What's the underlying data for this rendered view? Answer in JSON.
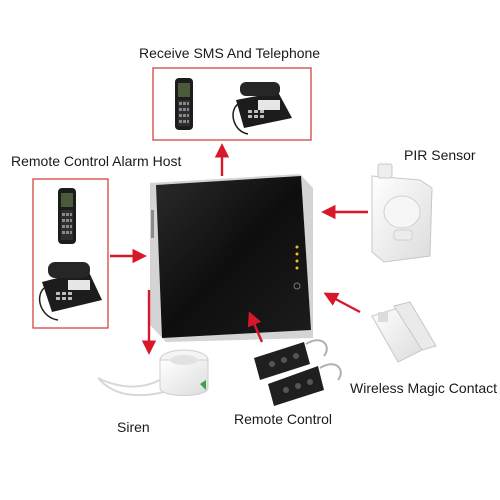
{
  "labels": {
    "receive_sms": "Receive SMS And Telephone",
    "remote_host": "Remote Control Alarm Host",
    "pir_sensor": "PIR Sensor",
    "magic_contact": "Wireless Magic Contact",
    "siren": "Siren",
    "remote_control": "Remote Control"
  },
  "colors": {
    "arrow": "#d8182a",
    "box_border": "#d0372f",
    "host_panel": "#121212",
    "host_frame": "#d4d4d4",
    "led": "#f2c21a",
    "device_white": "#f4f4f4",
    "phone_dark": "#1c1c1c"
  }
}
